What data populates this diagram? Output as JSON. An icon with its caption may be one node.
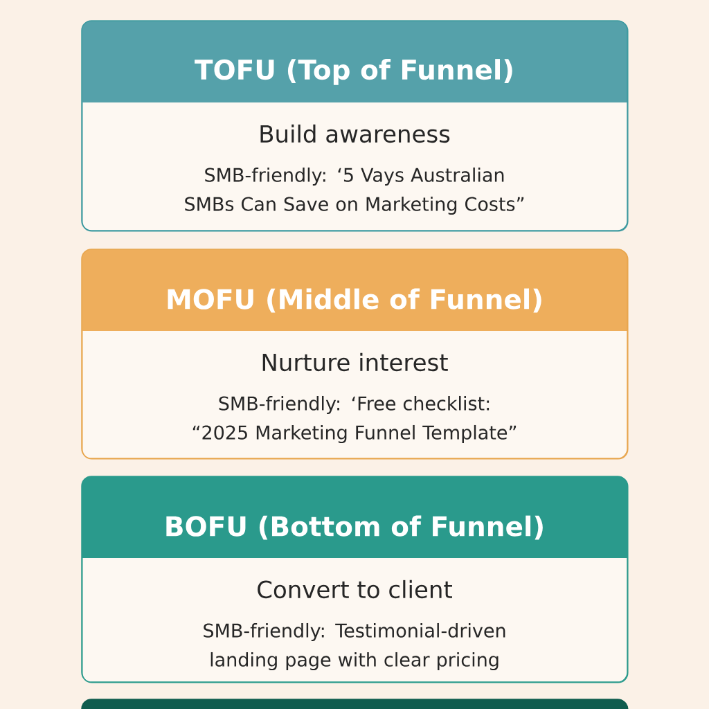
{
  "diagram": {
    "nodes": [
      {
        "text": [
          "TOFU (Top of Funnel)",
          "Build awareness",
          "SMB-friendly: ‘5 Vays Australian SMBs Can Save on Marketing Costs”"
        ]
      },
      {
        "text": [
          "MOFU (Middle of Funnel)",
          "Nurture interest",
          "SMB-friendly: ‘Free checklist: “2025 Marketing Funnel Template”"
        ]
      },
      {
        "text": [
          "BOFU (Bottom of Funnel)",
          "Convert to client",
          "SMB-friendly:  Testimonial-driven landing page with clear pricing"
        ]
      },
      {
        "text": [],
        "shape": "box"
      }
    ]
  }
}
